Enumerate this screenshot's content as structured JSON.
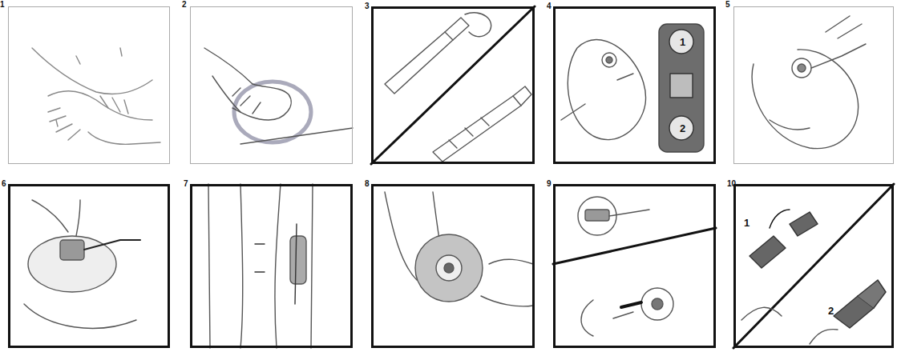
{
  "diagram": {
    "nodes": [
      {
        "text": [
          "1"
        ]
      },
      {
        "text": [
          "2"
        ]
      },
      {
        "text": [
          "3"
        ]
      },
      {
        "text": [
          "4",
          "1",
          "2"
        ]
      },
      {
        "text": [
          "5"
        ]
      },
      {
        "text": [
          "6"
        ]
      },
      {
        "text": [
          "7"
        ]
      },
      {
        "text": [
          "8"
        ]
      },
      {
        "text": [
          "9"
        ]
      },
      {
        "text": [
          "10",
          "1",
          "2"
        ]
      }
    ]
  }
}
